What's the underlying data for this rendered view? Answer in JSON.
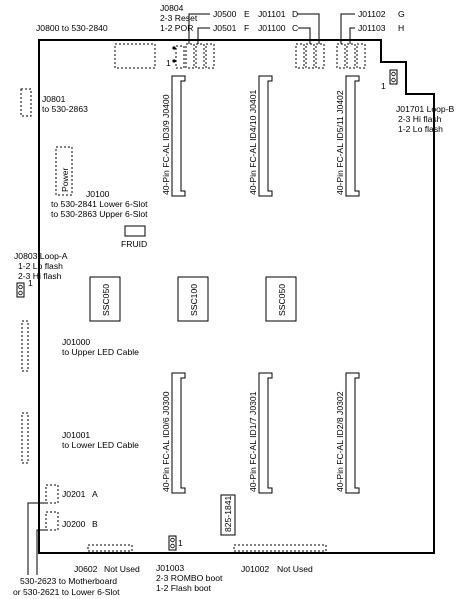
{
  "labels": {
    "j0804": "J0804",
    "j0804_reset": "2-3 Reset",
    "j0804_por": "1-2 POR",
    "j0800": "J0800 to 530-2840",
    "j0500": "J0500",
    "j0500_pin": "E",
    "j0501": "J0501",
    "j0501_pin": "F",
    "j01101": "J01101",
    "j01101_pin": "D",
    "j01100": "J01100",
    "j01100_pin": "C",
    "j01102": "J01102",
    "j01102_pin": "G",
    "j01103": "J01103",
    "j01103_pin": "H",
    "j0801": "J0801",
    "j0801_to": "to 530-2863",
    "power": "Power",
    "j0100": "J0100",
    "j0100_lower": "to 530-2841 Lower 6-Slot",
    "j0100_upper": "to 530-2863 Upper 6-Slot",
    "fruid": "FRUID",
    "j01701": "J01701 Loop-B",
    "j01701_hi": "2-3 Hi flash",
    "j01701_lo": "1-2 Lo flash",
    "j0803": "J0803 Loop-A",
    "j0803_lo": "1-2 Lo flash",
    "j0803_hi": "2-3 Hi flash",
    "ssc050_a": "SSC050",
    "ssc100": "SSC100",
    "ssc050_b": "SSC050",
    "j01000": "J01000",
    "j01000_to": "to Upper LED Cable",
    "j01001": "J01001",
    "j01001_to": "to Lower LED Cable",
    "j0201": "J0201",
    "j0201_pin": "A",
    "j0200": "J0200",
    "j0200_pin": "B",
    "chip_825": "825-1841",
    "j0602": "J0602",
    "j0602_status": "Not Used",
    "j01003": "J01003",
    "j01003_rombo": "2-3 ROMBO boot",
    "j01003_flash": "1-2 Flash boot",
    "j01002": "J01002",
    "j01002_status": "Not Used",
    "motherboard": "530-2623 to Motherboard",
    "lower_slot": "or 530-2621 to Lower 6-Slot",
    "pin1": "1"
  },
  "connectors": {
    "top_row": [
      "40-Pin FC-AL ID3/9 J0400",
      "40-Pin FC-AL ID4/10 J0401",
      "40-Pin FC-AL ID5/11 J0402"
    ],
    "bottom_row": [
      "40-Pin FC-AL ID0/6 J0300",
      "40-Pin FC-AL ID1/7 J0301",
      "40-Pin FC-AL ID2/8 J0302"
    ]
  }
}
